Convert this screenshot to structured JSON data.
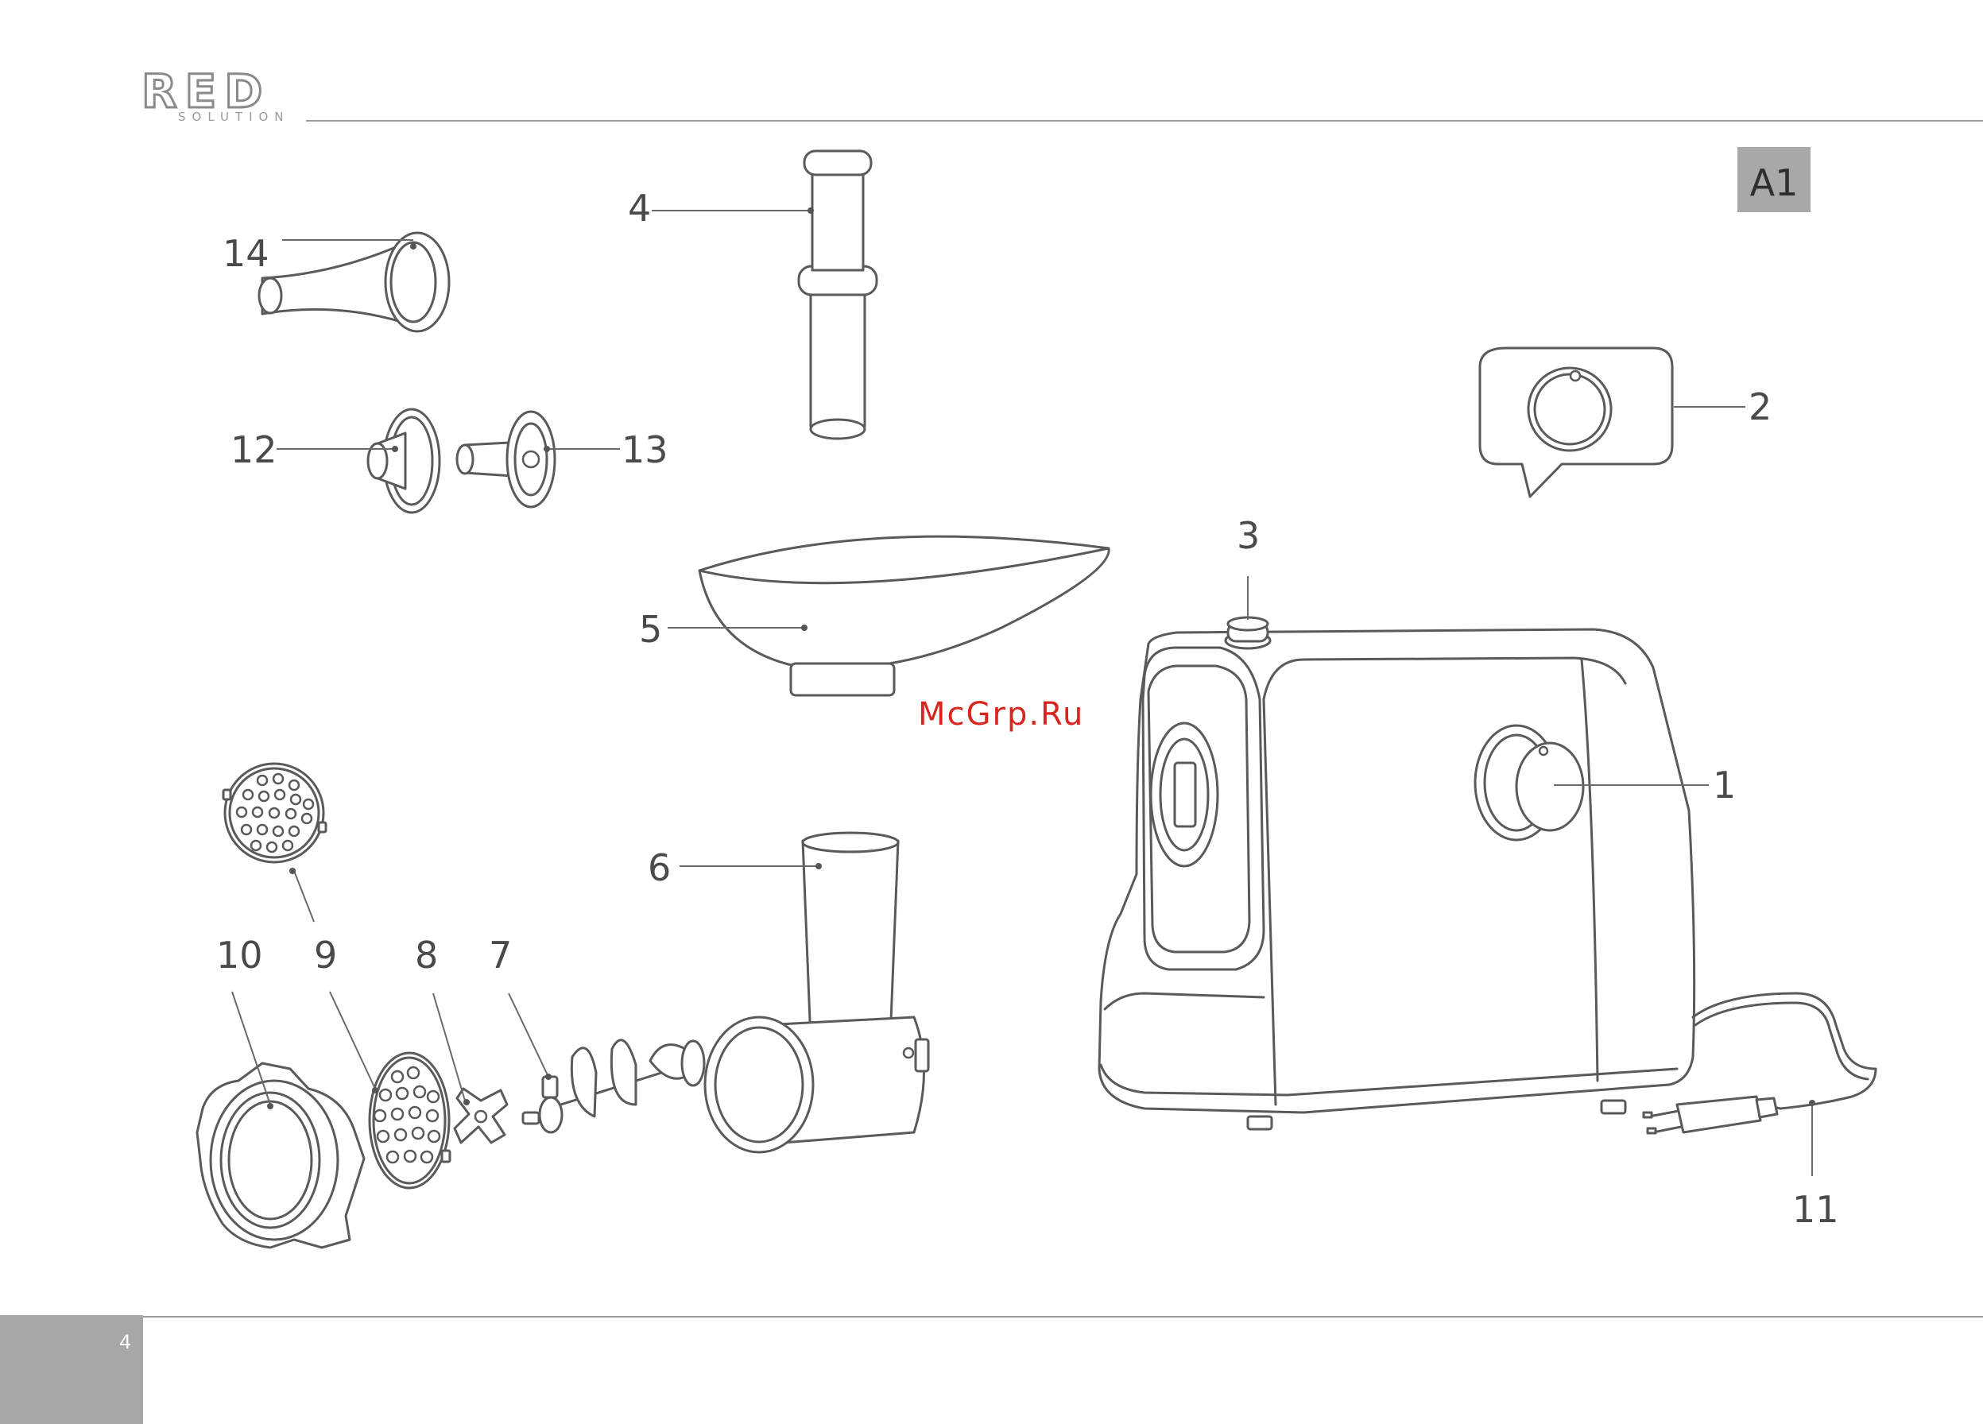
{
  "header": {
    "brand": "RED",
    "brand_sub": "SOLUTION"
  },
  "figure_badge": "A1",
  "watermark": "McGrp.Ru",
  "footer": {
    "page_number": "4"
  },
  "callouts": [
    "1",
    "2",
    "3",
    "4",
    "5",
    "6",
    "7",
    "8",
    "9",
    "10",
    "11",
    "12",
    "13",
    "14"
  ],
  "colors": {
    "badge_bg": "#a8a8a8",
    "footer_block": "#a7a7a7",
    "watermark": "#d8251d",
    "line": "#5a5a5a"
  }
}
